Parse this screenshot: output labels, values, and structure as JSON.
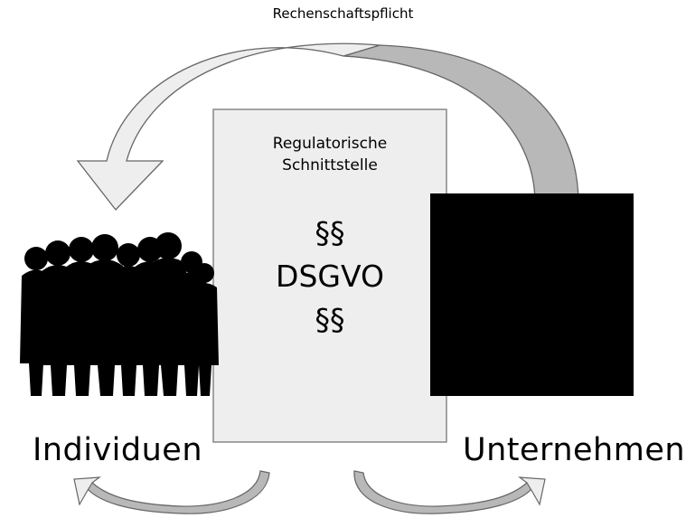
{
  "labels": {
    "accountability": "Rechenschaftspflicht",
    "interface_line1": "Regulatorische",
    "interface_line2": "Schnittstelle",
    "paragraph_symbol_top": "§§",
    "regulation": "DSGVO",
    "paragraph_symbol_bottom": "§§",
    "individuals": "Individuen",
    "companies": "Unternehmen"
  },
  "icons": {
    "people": "crowd-silhouette-icon",
    "company": "office-building-icon"
  },
  "colors": {
    "arrow_fill_light": "#eeeeee",
    "arrow_fill_dark": "#b8b8b8",
    "arrow_stroke": "#666666",
    "document_fill": "#eeeeee",
    "document_stroke": "#777777",
    "silhouette": "#000000"
  }
}
